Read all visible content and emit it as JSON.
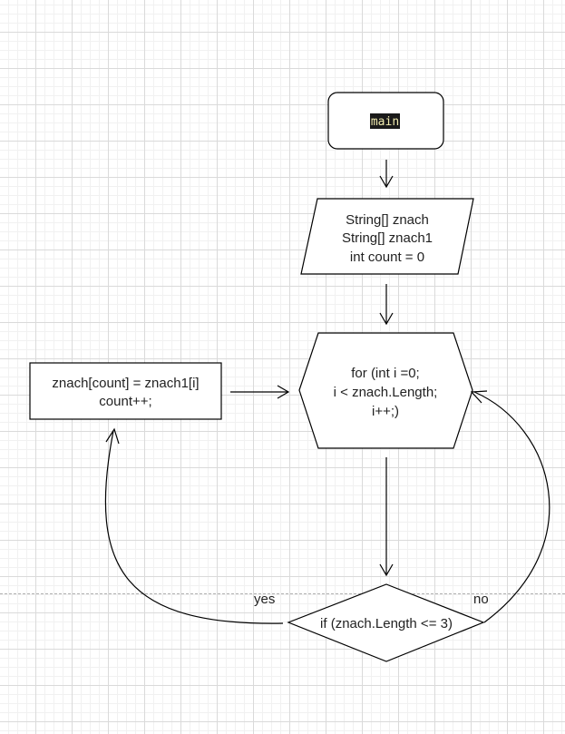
{
  "nodes": {
    "start": {
      "label": "main"
    },
    "declare": {
      "lines": [
        "String[] znach",
        "String[] znach1",
        "int count = 0"
      ]
    },
    "loop": {
      "lines": [
        "for (int i =0;",
        "i < znach.Length;",
        "i++;)"
      ]
    },
    "assign": {
      "lines": [
        "znach[count] = znach1[i]",
        "count++;"
      ]
    },
    "condition": {
      "label": "if (znach.Length <= 3)"
    }
  },
  "edge_labels": {
    "yes": "yes",
    "no": "no"
  },
  "colors": {
    "code_highlight_bg": "#1a1a1a",
    "code_highlight_fg": "#f2ecb0",
    "stroke": "#000000"
  }
}
